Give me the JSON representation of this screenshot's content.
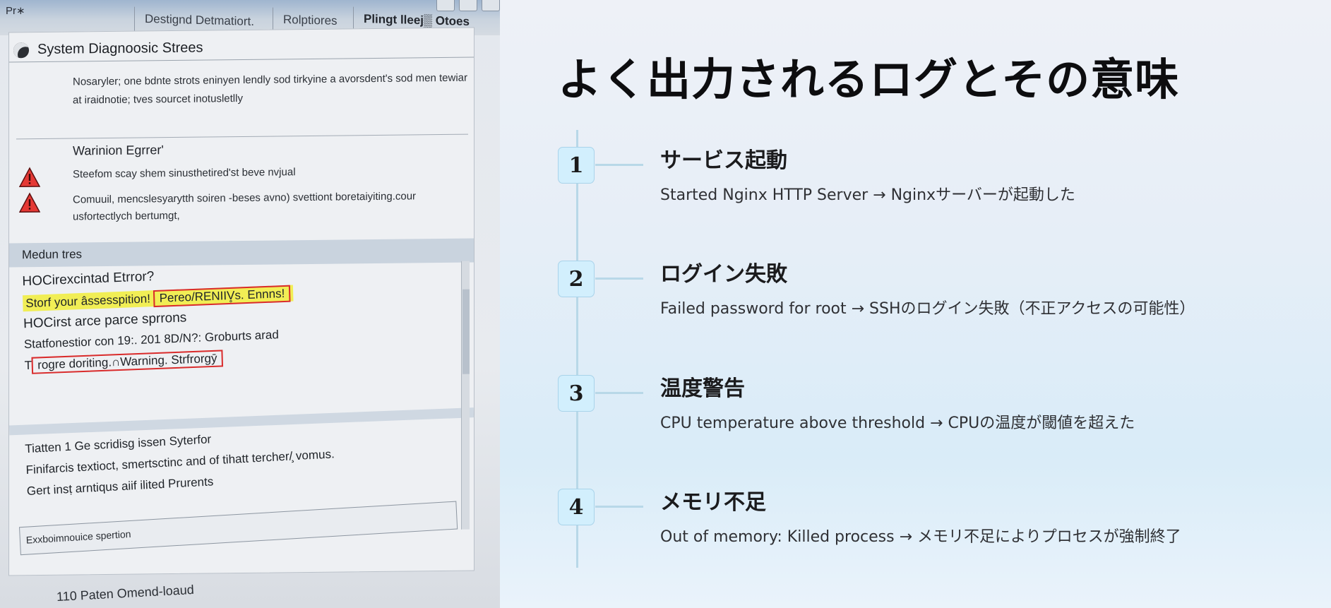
{
  "photo": {
    "titlebar_left": "Pr∗",
    "tabs": [
      {
        "label": "Destignd Detmatiort."
      },
      {
        "label": "Rolptiores"
      },
      {
        "label": "Plingt lleej▒ Otoes"
      }
    ],
    "panel_title": "System Diagnoosic Strees",
    "intro_text": "Nosaryler; one bdnte strots eninyen lendly sod tirkyine a avorsdent's sod men tewiar at iraidnotie; tves sourcet inotusletlly",
    "warning": {
      "heading": "Warinion Egrrer'",
      "rows": [
        {
          "icon": "warning-triangle-icon",
          "text": "Steefom scay shem sinusthetired'st beve nvjual"
        },
        {
          "icon": "warning-triangle-icon",
          "text": "Comuuil, mencslesyarytth soiren -beses avno) svettiont boretaiyiting.cour usfortectlych bertumgt,"
        }
      ]
    },
    "section_label": "Medun tres",
    "log_lines": [
      {
        "text": "HOCirexcintad Etrror?"
      },
      {
        "highlight": "Storf your  âssesspition!",
        "boxed": "Pereo/RENIIV̥s. Ennns!"
      },
      {
        "text": "HOCirst arce parce sprrons"
      },
      {
        "text": "Statfonestior con 19:. 201 8D/N?:  Groburts arad"
      },
      {
        "prefix": "T",
        "boxed": "rogre doriting.∩Warning. Strfrorgȳ"
      }
    ],
    "lower_lines": [
      "Tiatten 1 Ge scridisg  issen Syterfor",
      "Finifarcis textioct, smertsctinc and of tihatt tercher/̧ vomus.",
      "Gert insṭ arntiqus aiif ilited Prurents"
    ],
    "footer_box": "Exxboimnouice spertion",
    "bottom_caption": "110 Paten Omend-loaud"
  },
  "slide": {
    "title": "よく出力されるログとその意味",
    "items": [
      {
        "number": "1",
        "title": "サービス起動",
        "description": "Started Nginx HTTP Server → Nginxサーバーが起動した"
      },
      {
        "number": "2",
        "title": "ログイン失敗",
        "description": "Failed password for root → SSHのログイン失敗（不正アクセスの可能性）"
      },
      {
        "number": "3",
        "title": "温度警告",
        "description": "CPU temperature above threshold → CPUの温度が閾値を超えた"
      },
      {
        "number": "4",
        "title": "メモリ不足",
        "description": "Out of memory: Killed process → メモリ不足によりプロセスが強制終了"
      }
    ]
  },
  "colors": {
    "number_box_bg": "#d2effd",
    "number_box_border": "#a9d3ea",
    "timeline": "#b8d8e8",
    "warning_red": "#e53935",
    "highlight_yellow": "#f1ee55",
    "error_box_red": "#d92b2b"
  }
}
